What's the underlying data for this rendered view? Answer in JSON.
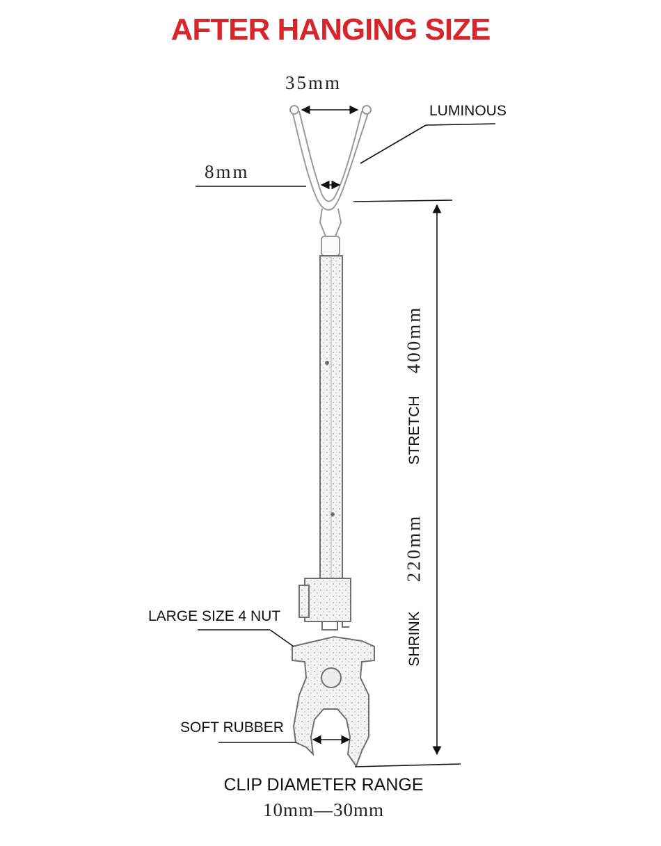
{
  "title": "AFTER HANGING SIZE",
  "colors": {
    "title": "#d7262b",
    "ink": "#333333",
    "sketch": "#8a8a8a"
  },
  "labels": {
    "top_width": "35mm",
    "luminous": "LUMINOUS",
    "tip_gap": "8mm",
    "stretch_word": "STRETCH",
    "stretch_value": "400mm",
    "shrink_word": "SHRINK",
    "shrink_value": "220mm",
    "nut": "LARGE SIZE 4 NUT",
    "rubber": "SOFT RUBBER",
    "clip_range_title": "CLIP DIAMETER RANGE",
    "clip_range_value": "10mm—30mm"
  }
}
